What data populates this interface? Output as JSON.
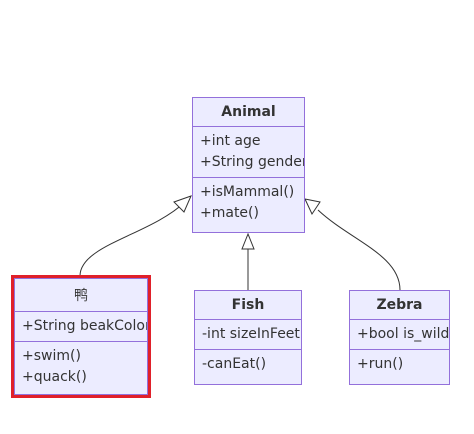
{
  "diagram": {
    "classes": [
      {
        "id": "animal",
        "name": "Animal",
        "attributes": [
          "+int age",
          "+String gender"
        ],
        "methods": [
          "+isMammal()",
          "+mate()"
        ]
      },
      {
        "id": "duck",
        "name": "鸭",
        "attributes": [
          "+String beakColor"
        ],
        "methods": [
          "+swim()",
          "+quack()"
        ],
        "selected": true
      },
      {
        "id": "fish",
        "name": "Fish",
        "attributes": [
          "-int sizeInFeet"
        ],
        "methods": [
          "-canEat()"
        ]
      },
      {
        "id": "zebra",
        "name": "Zebra",
        "attributes": [
          "+bool is_wild"
        ],
        "methods": [
          "+run()"
        ]
      }
    ],
    "relations": [
      {
        "type": "inheritance",
        "from": "duck",
        "to": "animal"
      },
      {
        "type": "inheritance",
        "from": "fish",
        "to": "animal"
      },
      {
        "type": "inheritance",
        "from": "zebra",
        "to": "animal"
      }
    ],
    "colors": {
      "box_fill": "#ececff",
      "box_border": "#9370db",
      "line": "#333333",
      "selection": "#e0202a"
    }
  }
}
